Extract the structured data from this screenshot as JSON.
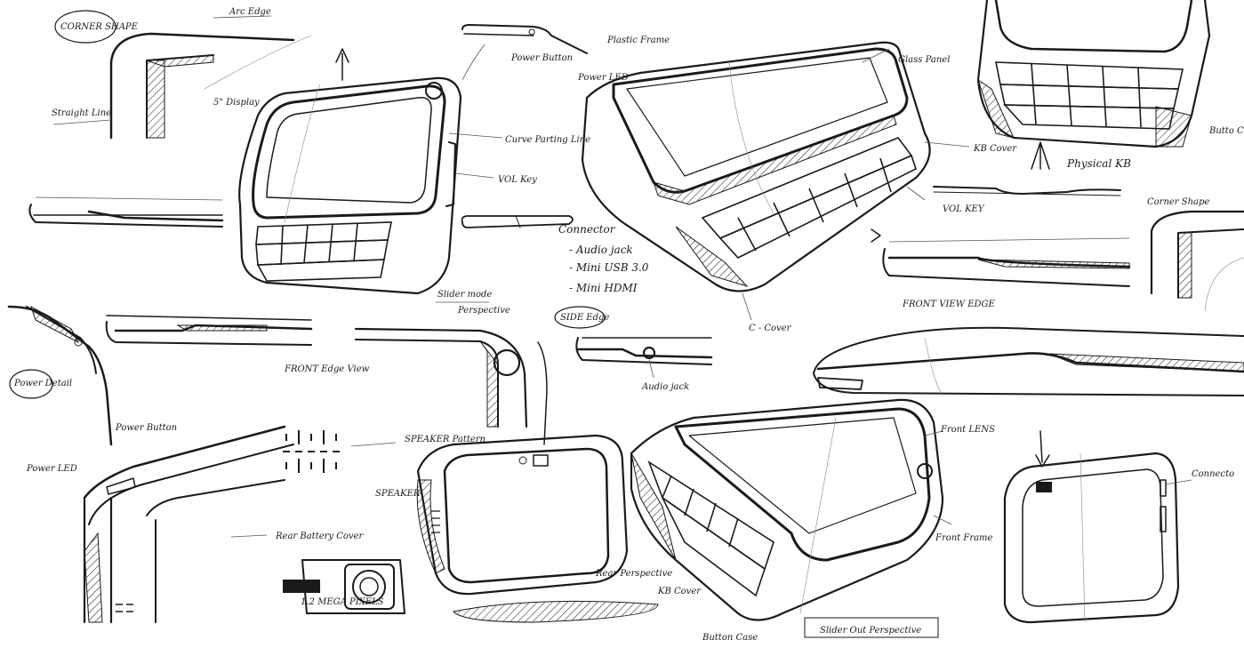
{
  "labels": {
    "corner_shape": "CORNER SHAPE",
    "arc_edge": "Arc Edge",
    "straight_line": "Straight Line",
    "display_5": "5\" Display",
    "power_button_top": "Power Button",
    "plastic_frame": "Plastic Frame",
    "power_led_top": "Power LED",
    "glass_panel": "Glass Panel",
    "curve_parting_line": "Curve Parting Line",
    "vol_key": "VOL Key",
    "kb_cover_top": "KB Cover",
    "vol_key_upper": "VOL KEY",
    "physical_kb": "Physical KB",
    "button_case_right": "Butto Case",
    "connector": "Connector",
    "audio_jack": "- Audio jack",
    "mini_usb": "- Mini USB 3.0",
    "mini_hdmi": "- Mini HDMI",
    "corner_shape_right": "Corner Shape",
    "front_view_edge": "FRONT VIEW EDGE",
    "slider_mode": "Slider mode",
    "perspective": "Perspective",
    "c_cover": "C - Cover",
    "side_edge": "SIDE Edge",
    "audio_jack_small": "Audio jack",
    "front_edge_view": "FRONT Edge View",
    "power_detail": "Power Detail",
    "power_button_left": "Power Button",
    "power_led_left": "Power LED",
    "speaker_pattern": "SPEAKER Pattern",
    "speaker": "SPEAKER",
    "rear_battery_cover": "Rear Battery Cover",
    "mega_pixels": "1.2 MEGA PIXELS",
    "rear_perspective": "Rear Perspective",
    "kb_cover_bottom": "KB Cover",
    "button_case_bottom": "Button Case",
    "slider_out_perspective": "Slider Out Perspective",
    "front_lens": "Front LENS",
    "front_frame": "Front Frame",
    "connector_right": "Connecto"
  },
  "colors": {
    "ink": "#1a1a1a",
    "paper": "#ffffff"
  }
}
